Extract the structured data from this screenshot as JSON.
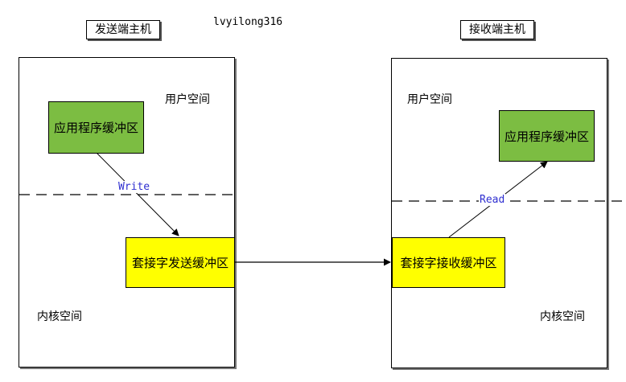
{
  "sender": {
    "title": "发送端主机",
    "user_space": "用户空间",
    "kernel_space": "内核空间",
    "app_buffer": "应用程序缓冲区",
    "socket_buffer": "套接字发送缓冲区",
    "write_label": "Write"
  },
  "receiver": {
    "title": "接收端主机",
    "user_space": "用户空间",
    "kernel_space": "内核空间",
    "app_buffer": "应用程序缓冲区",
    "socket_buffer": "套接字接收缓冲区",
    "read_label": "Read"
  },
  "watermark": "lvyilong316",
  "colors": {
    "app_buffer": "#7cbd42",
    "socket_buffer": "#ffff00",
    "arrow_label": "#2f2fd0"
  }
}
